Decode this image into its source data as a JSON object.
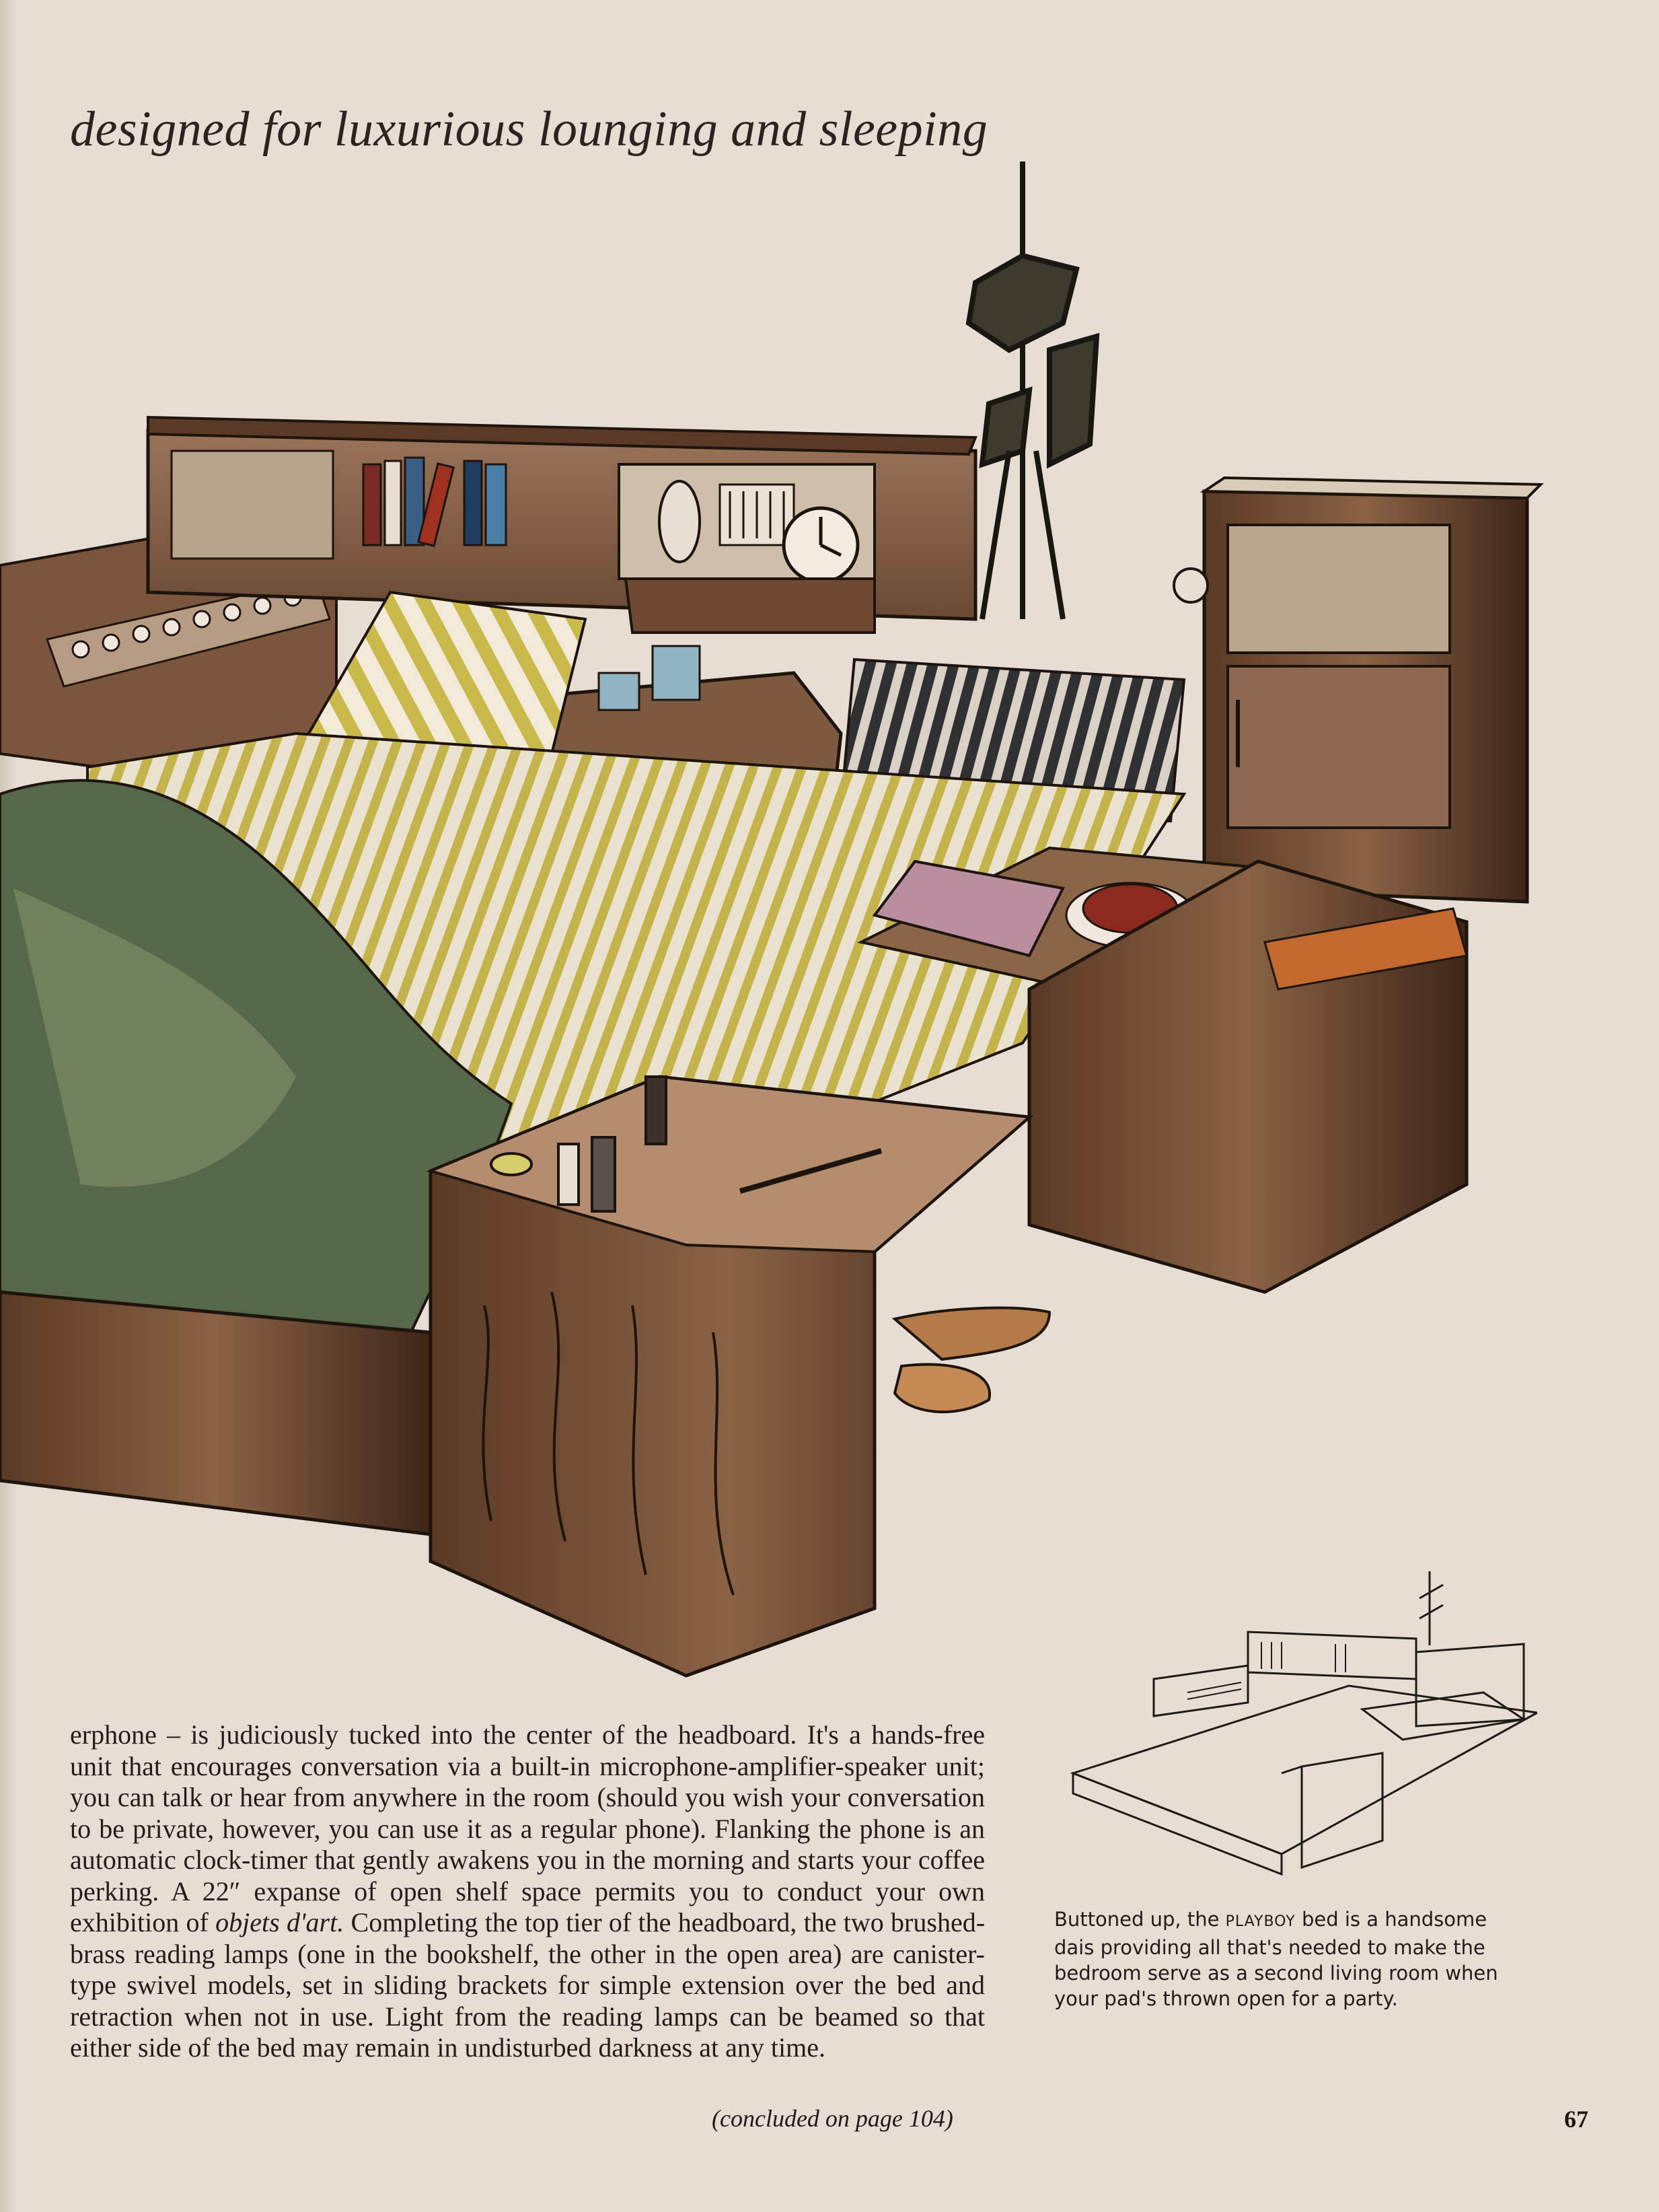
{
  "headline": "designed for luxurious lounging and sleeping",
  "body": {
    "text_before_italic": "erphone – is judiciously tucked into the center of the headboard. It's a hands-free unit that encourages conversation via a built-in microphone-amplifier-speaker unit; you can talk or hear from anywhere in the room (should you wish your conversation to be private, however, you can use it as a regular phone). Flanking the phone is an automatic clock-timer that gently awakens you in the morning and starts your coffee perking. A 22″ expanse of open shelf space permits you to conduct your own exhibition of ",
    "italic_phrase": "objets d'art.",
    "text_after_italic": " Completing the top tier of the headboard, the two brushed-brass reading lamps (one in the bookshelf, the other in the open area) are canister-type swivel models, set in sliding brackets for simple extension over the bed and retraction when not in use. Light from the reading lamps can be beamed so that either side of the bed may remain in undisturbed darkness at any time.",
    "continuation": "(concluded on page 104)"
  },
  "caption": {
    "prefix": "Buttoned up, the ",
    "brand": "PLAYBOY",
    "suffix": " bed is a handsome dais providing all that's needed to make the bedroom serve as a second living room when your pad's thrown open for a party."
  },
  "page_number": "67",
  "colors": {
    "paper": "#e6ded2",
    "wood": "#6e4a30",
    "wood_dark": "#3a2418",
    "stripe_yellow": "#c9b84a",
    "blanket_green": "#5a6a48"
  }
}
